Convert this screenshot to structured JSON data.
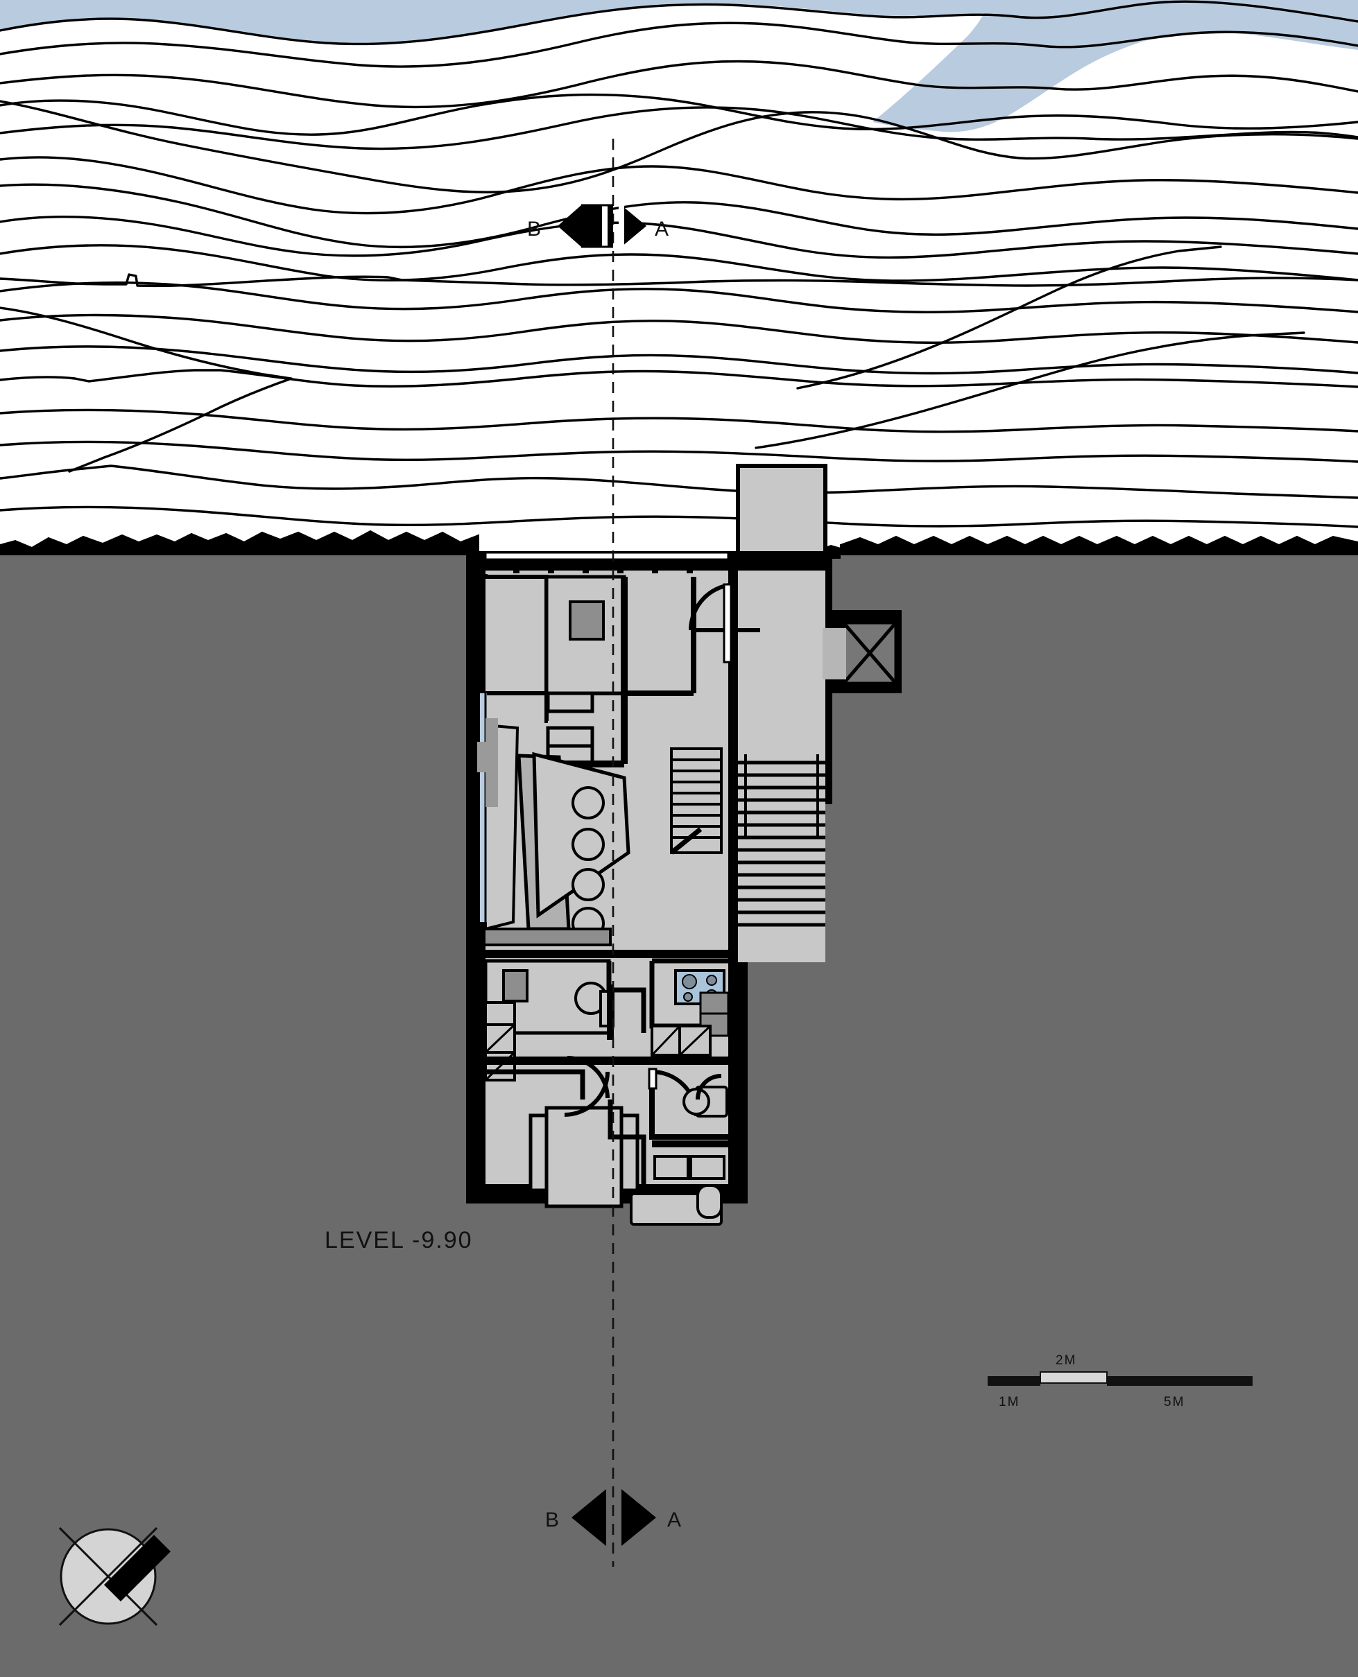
{
  "drawing": {
    "type": "architectural-floor-plan",
    "title_label": "LEVEL -9.90",
    "sheet_width": 1958,
    "sheet_height": 2419
  },
  "colors": {
    "sky": "#b9cbde",
    "ground_fill": "#6b6b6b",
    "terrain_white": "#ffffff",
    "line": "#000000",
    "floor_fill": "#c8c8c8",
    "wall_poche": "#000000",
    "furniture_fill": "#9a9a9a",
    "stair_fill": "#c8c8c8",
    "compass_fill": "#d4d4d4",
    "cooktop_fill": "#aac4da",
    "mid_gray": "#808080",
    "scale_bar_light": "#d8d8d8"
  },
  "section_markers": {
    "top": {
      "left_label": "B",
      "right_label": "A",
      "style": "filled-arrows"
    },
    "bottom": {
      "left_label": "B",
      "right_label": "A",
      "style": "filled-arrows"
    }
  },
  "level_note": {
    "text": "LEVEL -9.90"
  },
  "scale_bar": {
    "segments": [
      {
        "label": "1M",
        "fill": "dark"
      },
      {
        "label": "2M",
        "fill": "light"
      },
      {
        "label": "5M",
        "fill": "dark"
      }
    ],
    "unit_suffix": "M"
  },
  "north_arrow": {
    "name": "north-arrow-compass",
    "needle_direction": "northeast",
    "has_cross_hairs": true
  },
  "site": {
    "contour_line_count": 22,
    "ground_cut_line": "jagged-earth-cut",
    "sky_band": true
  },
  "plan": {
    "levels_shown": 1,
    "symmetry_axis": "vertical-dashed-centerline",
    "rooms": [
      {
        "name": "bedroom-upper",
        "features": [
          "wardrobe",
          "window-band"
        ]
      },
      {
        "name": "living-dining",
        "features": [
          "island-counter",
          "four-stools",
          "glazed-wall"
        ]
      },
      {
        "name": "kitchen",
        "features": [
          "cooktop",
          "counter",
          "appliance"
        ]
      },
      {
        "name": "bathroom",
        "features": [
          "wc",
          "sink-counter",
          "shower"
        ]
      },
      {
        "name": "bedroom-lower",
        "features": [
          "double-bed",
          "nightstand",
          "closet"
        ]
      },
      {
        "name": "entry-stair-hall",
        "features": [
          "straight-run-stair",
          "entry-door"
        ]
      },
      {
        "name": "light-well",
        "features": [
          "x-marked-skylight"
        ]
      }
    ],
    "stair": {
      "name": "main-stair",
      "tread_count": 17,
      "type": "straight-run"
    }
  }
}
